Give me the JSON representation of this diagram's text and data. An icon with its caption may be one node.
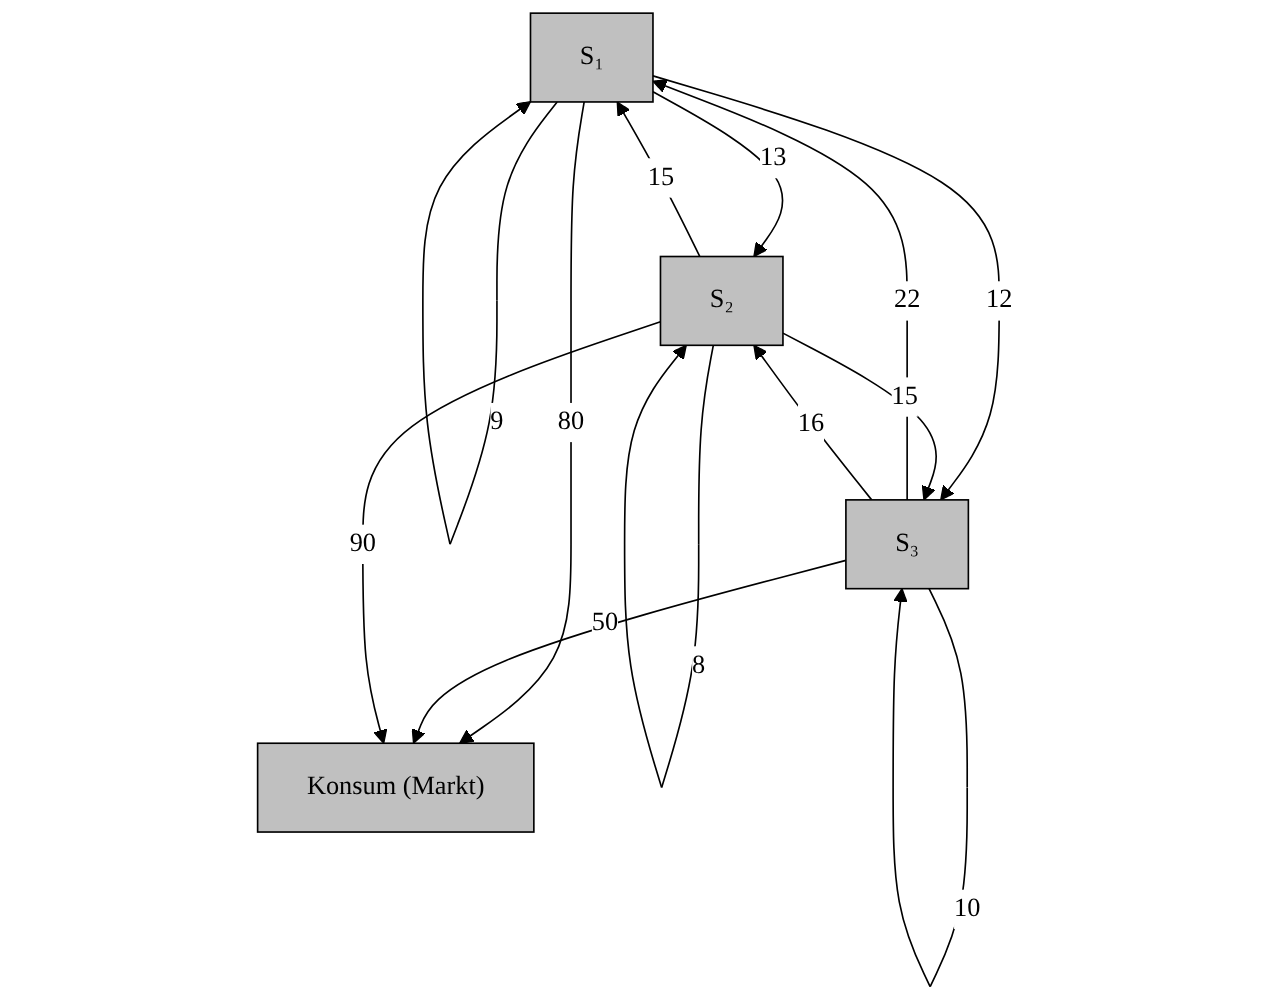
{
  "diagram": {
    "nodes": [
      {
        "text": [
          "S₁"
        ]
      },
      {
        "text": [
          "S₂"
        ]
      },
      {
        "text": [
          "S₃"
        ]
      },
      {
        "text": [
          "Konsum (Markt)"
        ]
      }
    ],
    "edges": [
      {
        "from": 0,
        "to": 0,
        "arrow": "to",
        "label": "9"
      },
      {
        "from": 1,
        "to": 1,
        "arrow": "to",
        "label": "8"
      },
      {
        "from": 1,
        "to": 0,
        "arrow": "to",
        "label": "15"
      },
      {
        "from": 0,
        "to": 1,
        "arrow": "to",
        "label": "13"
      },
      {
        "from": 0,
        "to": 2,
        "arrow": "to",
        "label": "12"
      },
      {
        "from": 2,
        "to": 0,
        "arrow": "to",
        "label": "22"
      },
      {
        "from": 1,
        "to": 2,
        "arrow": "to",
        "label": "15"
      },
      {
        "from": 2,
        "to": 1,
        "arrow": "to",
        "label": "16"
      },
      {
        "from": 2,
        "to": 2,
        "arrow": "to",
        "label": "10"
      },
      {
        "from": 0,
        "to": 3,
        "arrow": "to",
        "label": "80"
      },
      {
        "from": 2,
        "to": 3,
        "arrow": "to",
        "label": "50"
      },
      {
        "from": 1,
        "to": 3,
        "arrow": "to",
        "label": "90"
      }
    ]
  }
}
